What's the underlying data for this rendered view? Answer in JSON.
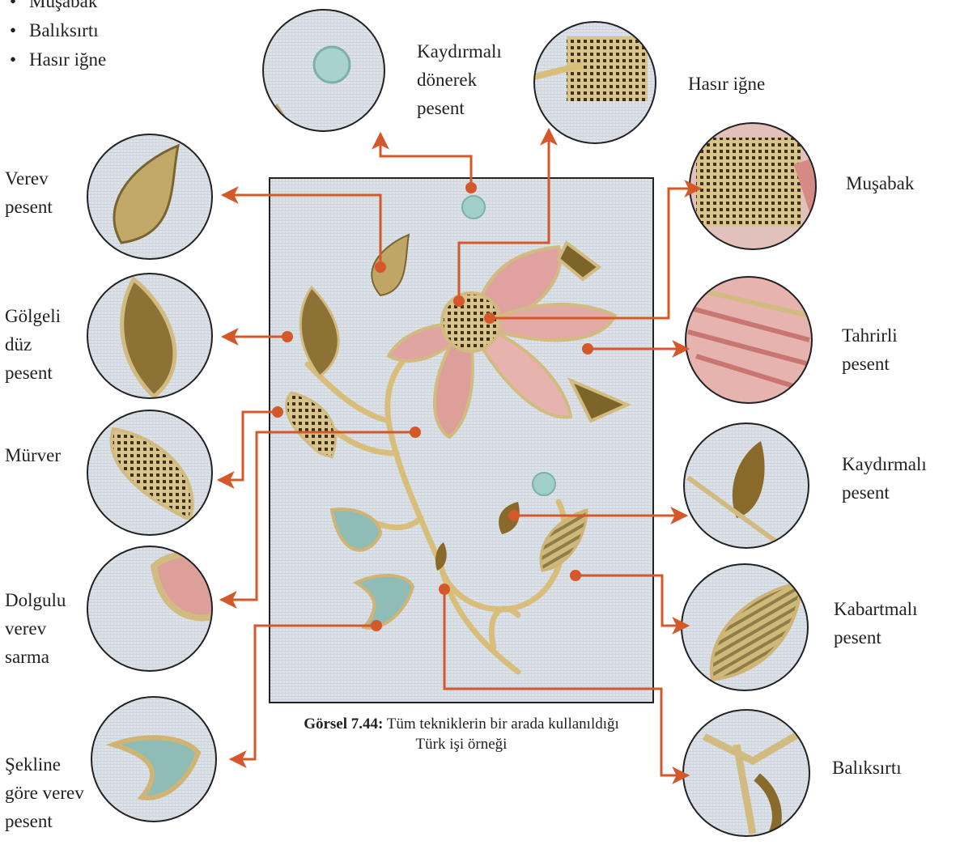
{
  "bullet_list": [
    "Muşabak",
    "Balıksırtı",
    "Hasır iğne"
  ],
  "caption": {
    "bold": "Görsel 7.44:",
    "text": " Tüm tekniklerin bir arada kullanıldığı Türk işi örneği"
  },
  "labels": {
    "kaydirmali_donerek": "Kaydırmalı\ndönerek\npesent",
    "hasir_igne": "Hasır iğne",
    "musabak": "Muşabak",
    "verev_pesent": "Verev\npesent",
    "golgeli_duz": "Gölgeli\ndüz\npesent",
    "murver": "Mürver",
    "dolgulu_verev": "Dolgulu\nverev\nsarma",
    "sekline_gore": "Şekline\ngöre verev\npesent",
    "tahrirli": "Tahrirli\npesent",
    "kaydirmali": "Kaydırmalı\npesent",
    "kabartmali": "Kabartmalı\npesent",
    "baliksirti": "Balıksırtı"
  },
  "colors": {
    "arrow": "#d4582a",
    "fabric": "#d9dee6",
    "gold": "#c9ad6a",
    "olive": "#8a6f2c",
    "pink": "#d98c8a",
    "teal": "#8fbdb5",
    "frame": "#222222"
  }
}
